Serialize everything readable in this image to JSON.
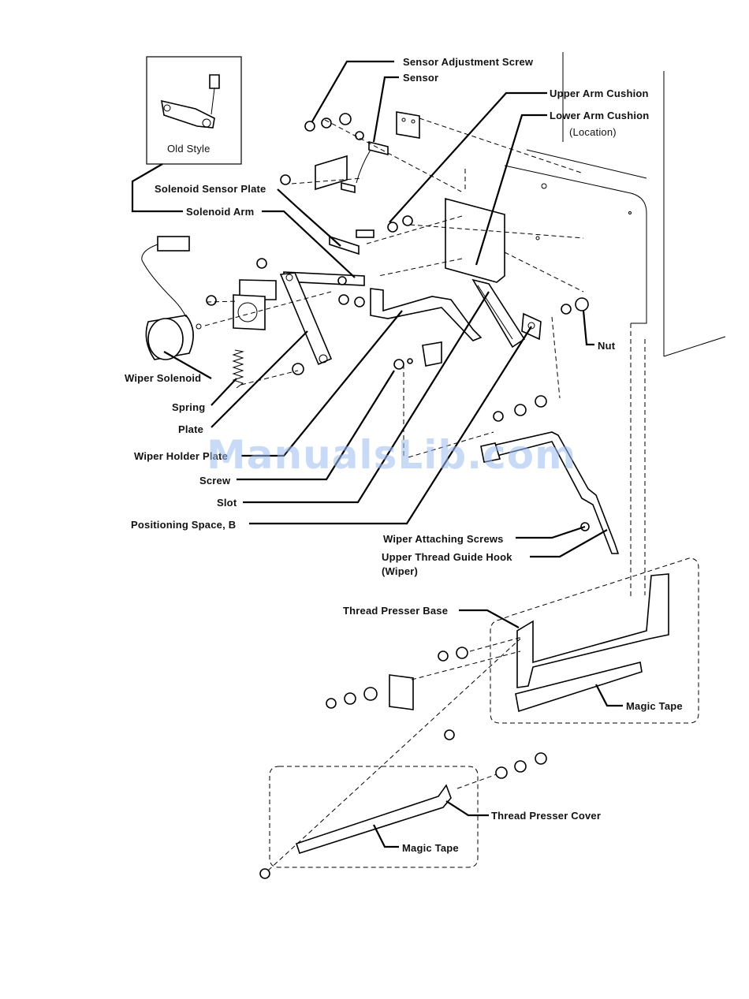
{
  "labels": {
    "old_style": "Old Style",
    "sensor_adjustment_screw": "Sensor Adjustment Screw",
    "sensor": "Sensor",
    "upper_arm_cushion": "Upper Arm Cushion",
    "lower_arm_cushion": "Lower Arm Cushion",
    "location": "(Location)",
    "solenoid_sensor_plate": "Solenoid Sensor Plate",
    "solenoid_arm": "Solenoid Arm",
    "nut": "Nut",
    "wiper_solenoid": "Wiper Solenoid",
    "spring": "Spring",
    "plate": "Plate",
    "wiper_holder_plate": "Wiper Holder Plate",
    "screw": "Screw",
    "slot": "Slot",
    "positioning_space": "Positioning Space, B",
    "wiper_attaching_screws": "Wiper Attaching Screws",
    "upper_thread_guide_hook": "Upper Thread Guide Hook",
    "wiper": "(Wiper)",
    "thread_presser_base": "Thread Presser Base",
    "magic_tape_upper": "Magic Tape",
    "thread_presser_cover": "Thread Presser Cover",
    "magic_tape_lower": "Magic Tape"
  },
  "watermark": "ManualsLib.com"
}
